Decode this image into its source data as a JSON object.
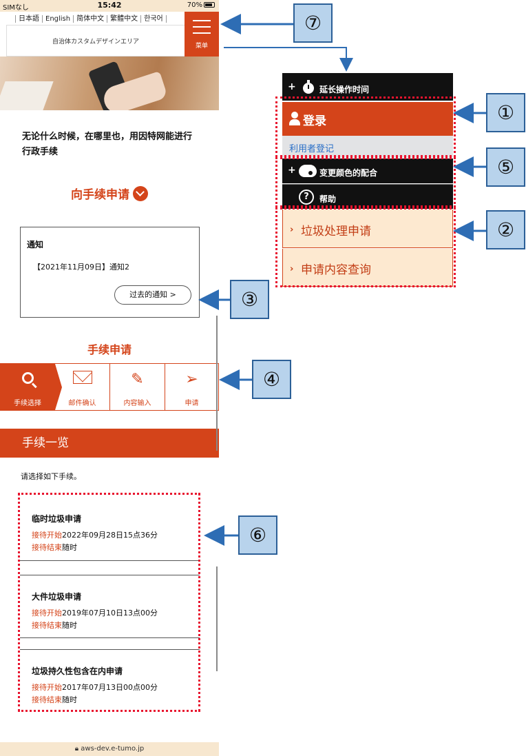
{
  "status_bar": {
    "carrier": "SIMなし",
    "time": "15:42",
    "battery": "70%"
  },
  "languages": [
    "日本語",
    "English",
    "简体中文",
    "繁體中文",
    "한국어"
  ],
  "header": {
    "site_title": "自治体カスタムデザインエリア",
    "menu_label": "菜单"
  },
  "tagline": "无论什么时候，在哪里也，用因特网能进行行政手续",
  "to_apply_heading": "向手续申请",
  "notice": {
    "title": "通知",
    "item": "【2021年11月09日】通知2",
    "past_button": "过去的通知 >"
  },
  "procedure_heading": "手续申请",
  "steps": [
    {
      "label": "手续选择",
      "icon": "search-icon"
    },
    {
      "label": "邮件确认",
      "icon": "envelope-icon"
    },
    {
      "label": "内容输入",
      "icon": "pencil-icon"
    },
    {
      "label": "申请",
      "icon": "send-icon"
    }
  ],
  "list_heading": "手续一览",
  "list_hint": "请选择如下手续。",
  "procedures": [
    {
      "name": "临时垃圾申请",
      "start_key": "接待开始",
      "start_value": "2022年09月28日15点36分",
      "end_key": "接待结束",
      "end_value": "随时"
    },
    {
      "name": "大件垃圾申请",
      "start_key": "接待开始",
      "start_value": "2019年07月10日13点00分",
      "end_key": "接待结束",
      "end_value": "随时"
    },
    {
      "name": "垃圾持久性包含在内申请",
      "start_key": "接待开始",
      "start_value": "2017年07月13日00点00分",
      "end_key": "接待结束",
      "end_value": "随时"
    }
  ],
  "url": "aws-dev.e-tumo.jp",
  "menu": {
    "extend_time": "延长操作时间",
    "login": "登录",
    "register": "利用者登记",
    "change_colors": "变更颜色的配合",
    "help": "帮助",
    "garbage_apply": "垃圾处理申请",
    "inquiry": "申请内容查询"
  },
  "annotations": [
    "①",
    "⑤",
    "②",
    "③",
    "④",
    "⑥",
    "⑦"
  ],
  "colors": {
    "accent": "#d4441a",
    "menu_dark": "#111111",
    "menu_light": "#fde9d0",
    "annotation_red": "#e8132e",
    "badge_fill": "#b8d3ec",
    "arrow_blue": "#2e6db4"
  }
}
